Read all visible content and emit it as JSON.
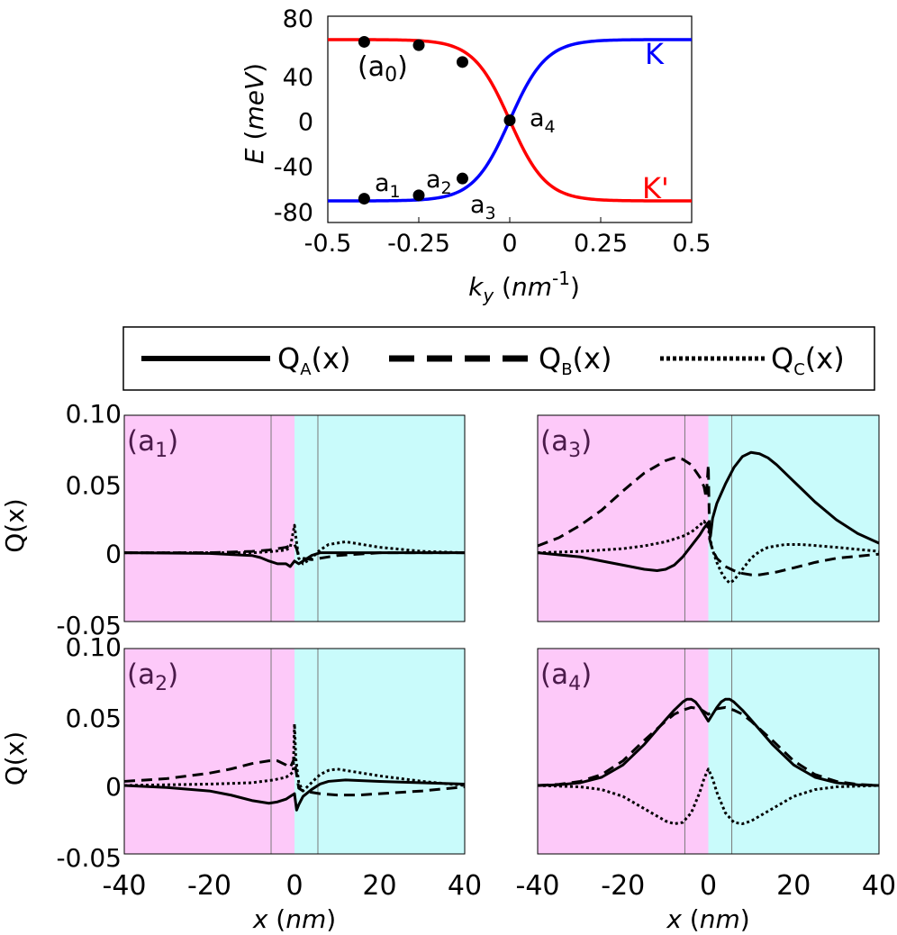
{
  "chart_data": [
    {
      "id": "a0",
      "type": "line",
      "panel_label": "(a0)",
      "xlabel": "ky (nm-1)",
      "ylabel": "E (meV)",
      "xlim": [
        -0.5,
        0.5
      ],
      "ylim": [
        -80,
        80
      ],
      "xticks": [
        "-0.5",
        "-0.25",
        "0",
        "0.25",
        "0.5"
      ],
      "yticks": [
        "80",
        "40",
        "0",
        "-40",
        "-80"
      ],
      "series": [
        {
          "name": "K",
          "color": "#0000ff",
          "model": {
            "amplitude": 72,
            "width": 0.1
          }
        },
        {
          "name": "K'",
          "color": "#ff0000",
          "model": {
            "amplitude": -72,
            "width": 0.1
          }
        }
      ],
      "points": [
        {
          "label": "a1",
          "x": -0.4,
          "y": -70
        },
        {
          "label": "a2",
          "x": -0.25,
          "y": -67
        },
        {
          "label": "a3",
          "x": -0.13,
          "y": -52
        },
        {
          "label": "a4",
          "x": 0.0,
          "y": 0
        },
        {
          "label": "",
          "x": -0.4,
          "y": 70
        },
        {
          "label": "",
          "x": -0.25,
          "y": 67
        },
        {
          "label": "",
          "x": -0.13,
          "y": 52
        }
      ]
    },
    {
      "id": "a1",
      "type": "line",
      "panel_label": "(a1)",
      "xlim": [
        -40,
        40
      ],
      "ylim": [
        -0.05,
        0.1
      ],
      "xticks": [],
      "yticks": [
        "0.10",
        "0.05",
        "0",
        "-0.05"
      ],
      "ylabel": "Q(x)",
      "xlabel": "",
      "series": [
        {
          "name": "QA(x)",
          "style": "solid",
          "x": [
            -40,
            -20,
            -10,
            -8,
            -6,
            -4,
            -2,
            -1,
            0,
            1,
            2,
            4,
            6,
            10,
            20,
            40
          ],
          "y": [
            0,
            -0.0005,
            -0.002,
            -0.0035,
            -0.006,
            -0.008,
            -0.008,
            -0.01,
            -0.006,
            -0.008,
            -0.006,
            -0.002,
            0,
            0,
            0,
            0
          ]
        },
        {
          "name": "QB(x)",
          "style": "dashed",
          "x": [
            -40,
            -20,
            -10,
            -6,
            -4,
            -2,
            -1,
            0,
            0.5,
            1,
            2,
            4,
            6,
            10,
            20,
            40
          ],
          "y": [
            0,
            0,
            0.001,
            0.002,
            0.003,
            0.004,
            0.005,
            0.006,
            0.003,
            -0.003,
            -0.004,
            -0.005,
            -0.004,
            -0.002,
            0,
            0
          ]
        },
        {
          "name": "QC(x)",
          "style": "dotted",
          "x": [
            -40,
            -20,
            -10,
            -5,
            -2,
            -1,
            0,
            0.3,
            1,
            2,
            4,
            6,
            8,
            12,
            16,
            20,
            30,
            40
          ],
          "y": [
            0,
            0,
            0,
            0.001,
            0.002,
            0.004,
            0.02,
            0.012,
            -0.004,
            -0.008,
            -0.004,
            0.002,
            0.006,
            0.008,
            0.006,
            0.004,
            0.001,
            0
          ]
        }
      ]
    },
    {
      "id": "a3",
      "type": "line",
      "panel_label": "(a3)",
      "xlim": [
        -40,
        40
      ],
      "ylim": [
        -0.05,
        0.1
      ],
      "xticks": [],
      "yticks": [],
      "series": [
        {
          "name": "QA(x)",
          "style": "solid",
          "x": [
            -40,
            -30,
            -20,
            -15,
            -12,
            -10,
            -8,
            -6,
            -4,
            -2,
            -1,
            0,
            0.5,
            1,
            2,
            4,
            6,
            8,
            10,
            12,
            14,
            16,
            20,
            25,
            30,
            35,
            40
          ],
          "y": [
            0,
            -0.003,
            -0.009,
            -0.012,
            -0.013,
            -0.012,
            -0.009,
            -0.003,
            0.005,
            0.013,
            0.018,
            0.022,
            0.012,
            0.025,
            0.036,
            0.05,
            0.062,
            0.07,
            0.073,
            0.072,
            0.069,
            0.064,
            0.052,
            0.037,
            0.024,
            0.014,
            0.007
          ]
        },
        {
          "name": "QB(x)",
          "style": "dashed",
          "x": [
            -40,
            -35,
            -30,
            -25,
            -20,
            -15,
            -10,
            -8,
            -6,
            -4,
            -2,
            -1,
            -0.5,
            0,
            0.3,
            1,
            2,
            4,
            6,
            8,
            10,
            12,
            16,
            20,
            25,
            30,
            40
          ],
          "y": [
            0.005,
            0.011,
            0.02,
            0.031,
            0.045,
            0.058,
            0.067,
            0.069,
            0.068,
            0.064,
            0.055,
            0.048,
            0.04,
            0.064,
            0.01,
            0.002,
            -0.004,
            -0.01,
            -0.013,
            -0.015,
            -0.016,
            -0.016,
            -0.014,
            -0.011,
            -0.007,
            -0.004,
            -0.001
          ]
        },
        {
          "name": "QC(x)",
          "style": "dotted",
          "x": [
            -40,
            -30,
            -20,
            -15,
            -10,
            -6,
            -4,
            -2,
            -1,
            0,
            0.3,
            1,
            2,
            3,
            4,
            5,
            6,
            8,
            10,
            12,
            14,
            18,
            22,
            30,
            40
          ],
          "y": [
            0,
            0.001,
            0.003,
            0.005,
            0.008,
            0.012,
            0.015,
            0.02,
            0.023,
            0.018,
            0.012,
            0.002,
            -0.007,
            -0.014,
            -0.019,
            -0.022,
            -0.02,
            -0.012,
            -0.004,
            0.001,
            0.004,
            0.006,
            0.006,
            0.004,
            0.001
          ]
        }
      ]
    },
    {
      "id": "a2",
      "type": "line",
      "panel_label": "(a2)",
      "xlim": [
        -40,
        40
      ],
      "ylim": [
        -0.05,
        0.1
      ],
      "xticks": [
        "-40",
        "-20",
        "0",
        "20",
        "40"
      ],
      "yticks": [
        "0.10",
        "0.05",
        "0",
        "-0.05"
      ],
      "ylabel": "Q(x)",
      "xlabel": "x (nm)",
      "series": [
        {
          "name": "QA(x)",
          "style": "solid",
          "x": [
            -40,
            -30,
            -20,
            -15,
            -10,
            -8,
            -6,
            -4,
            -2,
            -1,
            0,
            0.5,
            1,
            2,
            4,
            6,
            8,
            12,
            20,
            30,
            40
          ],
          "y": [
            0,
            -0.0015,
            -0.004,
            -0.007,
            -0.011,
            -0.012,
            -0.013,
            -0.012,
            -0.01,
            -0.008,
            -0.006,
            -0.018,
            -0.014,
            -0.008,
            -0.003,
            0.001,
            0.003,
            0.004,
            0.003,
            0.002,
            0.001
          ]
        },
        {
          "name": "QB(x)",
          "style": "dashed",
          "x": [
            -40,
            -30,
            -20,
            -15,
            -10,
            -6,
            -4,
            -2,
            -1,
            0,
            0.3,
            1,
            2,
            4,
            6,
            10,
            15,
            20,
            30,
            40
          ],
          "y": [
            0.003,
            0.005,
            0.009,
            0.012,
            0.016,
            0.018,
            0.018,
            0.015,
            0.013,
            0.02,
            0.012,
            -0.002,
            -0.004,
            -0.005,
            -0.006,
            -0.007,
            -0.007,
            -0.006,
            -0.004,
            -0.001
          ]
        },
        {
          "name": "QC(x)",
          "style": "dotted",
          "x": [
            -40,
            -20,
            -10,
            -5,
            -2,
            -1,
            -0.3,
            0,
            0.3,
            1,
            2,
            4,
            6,
            8,
            10,
            12,
            16,
            20,
            30,
            40
          ],
          "y": [
            0,
            0.001,
            0.002,
            0.004,
            0.006,
            0.008,
            0.01,
            0.045,
            0.02,
            0.002,
            -0.004,
            0.002,
            0.008,
            0.011,
            0.012,
            0.011,
            0.009,
            0.007,
            0.003,
            0
          ]
        }
      ]
    },
    {
      "id": "a4",
      "type": "line",
      "panel_label": "(a4)",
      "xlim": [
        -40,
        40
      ],
      "ylim": [
        -0.05,
        0.1
      ],
      "xticks": [
        "-40",
        "-20",
        "0",
        "20",
        "40"
      ],
      "yticks": [],
      "xlabel": "x (nm)",
      "series": [
        {
          "name": "QA(x)",
          "style": "solid",
          "x": [
            -40,
            -35,
            -30,
            -25,
            -20,
            -15,
            -10,
            -8,
            -6,
            -5,
            -4,
            -3,
            -2,
            -1,
            0,
            1,
            2,
            3,
            4,
            5,
            6,
            8,
            10,
            15,
            20,
            25,
            30,
            35,
            40
          ],
          "y": [
            0,
            0.0005,
            0.002,
            0.006,
            0.015,
            0.03,
            0.048,
            0.055,
            0.061,
            0.063,
            0.063,
            0.061,
            0.057,
            0.052,
            0.047,
            0.052,
            0.057,
            0.061,
            0.063,
            0.063,
            0.061,
            0.055,
            0.048,
            0.03,
            0.015,
            0.006,
            0.002,
            0.0005,
            0
          ]
        },
        {
          "name": "QB(x)",
          "style": "dashed",
          "x": [
            -40,
            -35,
            -30,
            -25,
            -20,
            -15,
            -10,
            -8,
            -6,
            -4,
            -2,
            -1,
            0,
            1,
            2,
            4,
            6,
            8,
            10,
            15,
            20,
            25,
            30,
            35,
            40
          ],
          "y": [
            0,
            0.0008,
            0.003,
            0.008,
            0.018,
            0.033,
            0.047,
            0.052,
            0.055,
            0.057,
            0.056,
            0.054,
            0.052,
            0.054,
            0.056,
            0.057,
            0.055,
            0.052,
            0.047,
            0.033,
            0.018,
            0.008,
            0.003,
            0.0008,
            0
          ]
        },
        {
          "name": "QC(x)",
          "style": "dotted",
          "x": [
            -40,
            -30,
            -25,
            -20,
            -15,
            -10,
            -8,
            -6,
            -4,
            -2,
            -1,
            0,
            1,
            2,
            4,
            6,
            8,
            10,
            15,
            20,
            25,
            30,
            40
          ],
          "y": [
            0,
            -0.001,
            -0.003,
            -0.008,
            -0.017,
            -0.026,
            -0.028,
            -0.027,
            -0.02,
            -0.005,
            0.005,
            0.012,
            0.005,
            -0.005,
            -0.02,
            -0.027,
            -0.028,
            -0.026,
            -0.017,
            -0.008,
            -0.003,
            -0.001,
            0
          ]
        }
      ]
    }
  ],
  "legend": {
    "entries": [
      {
        "name": "QA(x)",
        "style": "solid"
      },
      {
        "name": "QB(x)",
        "style": "dashed"
      },
      {
        "name": "QC(x)",
        "style": "dotted"
      }
    ]
  },
  "regions": {
    "left_color": "#fdc9f9",
    "right_color": "#c9fbfb",
    "boundary_x": 0,
    "vlines_x": [
      -5.5,
      5.5
    ]
  }
}
